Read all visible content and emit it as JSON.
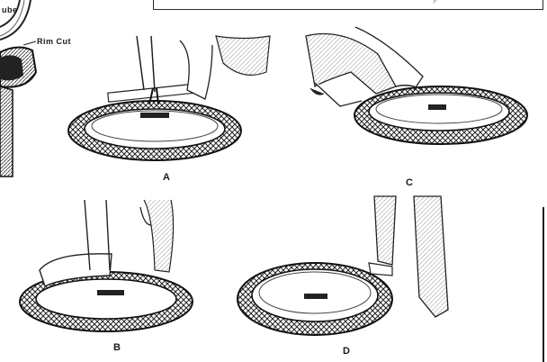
{
  "labels": {
    "tube": "ube",
    "rim_cut": "Rim Cut",
    "step_a": "A",
    "step_b": "B",
    "step_c": "C",
    "step_d": "D"
  },
  "caption": {
    "fragment": "p"
  }
}
